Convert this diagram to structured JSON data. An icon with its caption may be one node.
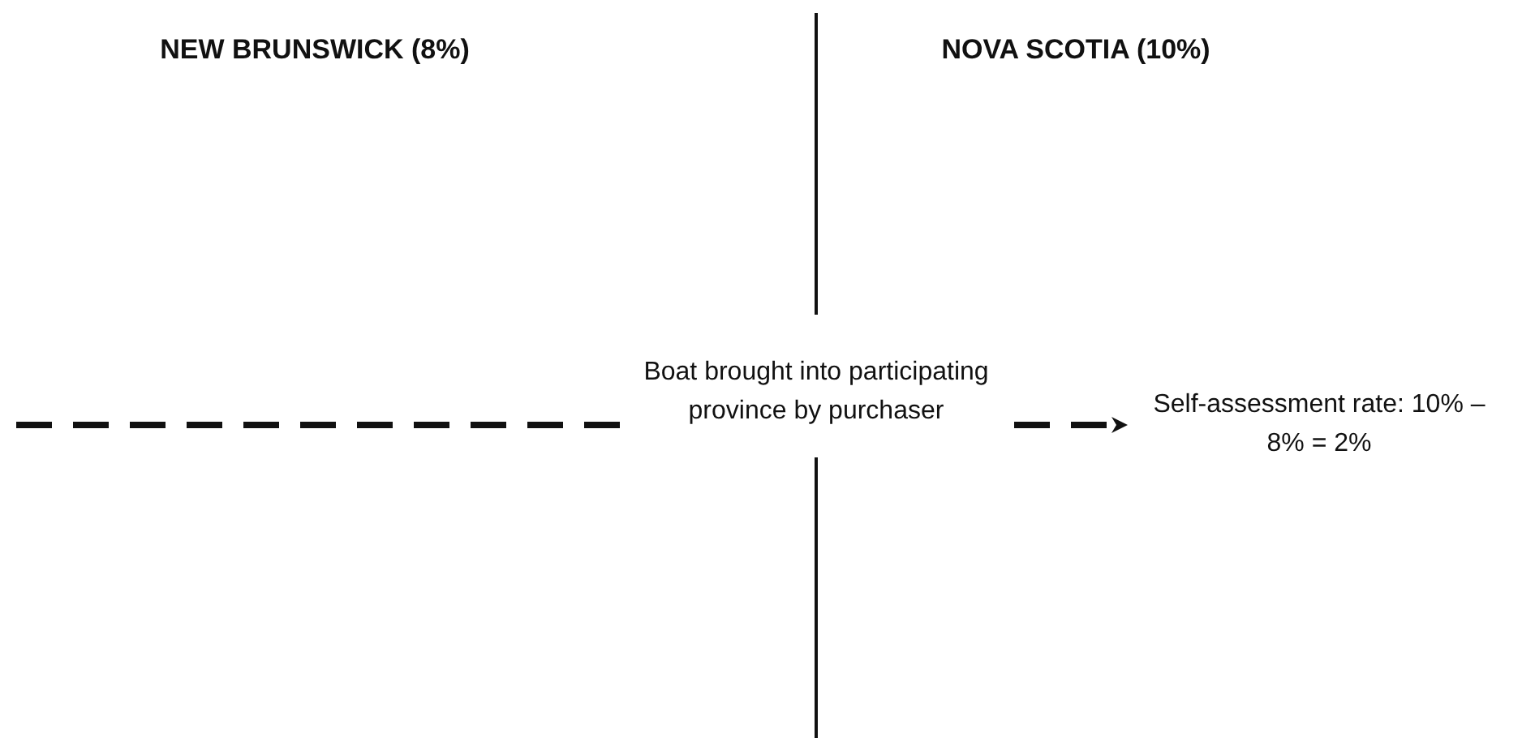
{
  "diagram": {
    "nodes": [
      {
        "text": [
          "Boat brought into participating province by purchaser"
        ]
      },
      {
        "text": [
          "Self-assessment rate: 10% – 8% = 2%"
        ]
      }
    ],
    "edges": [
      {
        "from": null,
        "to": 0,
        "arrow": "none",
        "style": "dashed"
      },
      {
        "from": 0,
        "to": 1,
        "arrow": "to",
        "style": "dashed"
      }
    ],
    "labels": [
      "NEW BRUNSWICK (8%)",
      "NOVA SCOTIA (10%)"
    ]
  }
}
